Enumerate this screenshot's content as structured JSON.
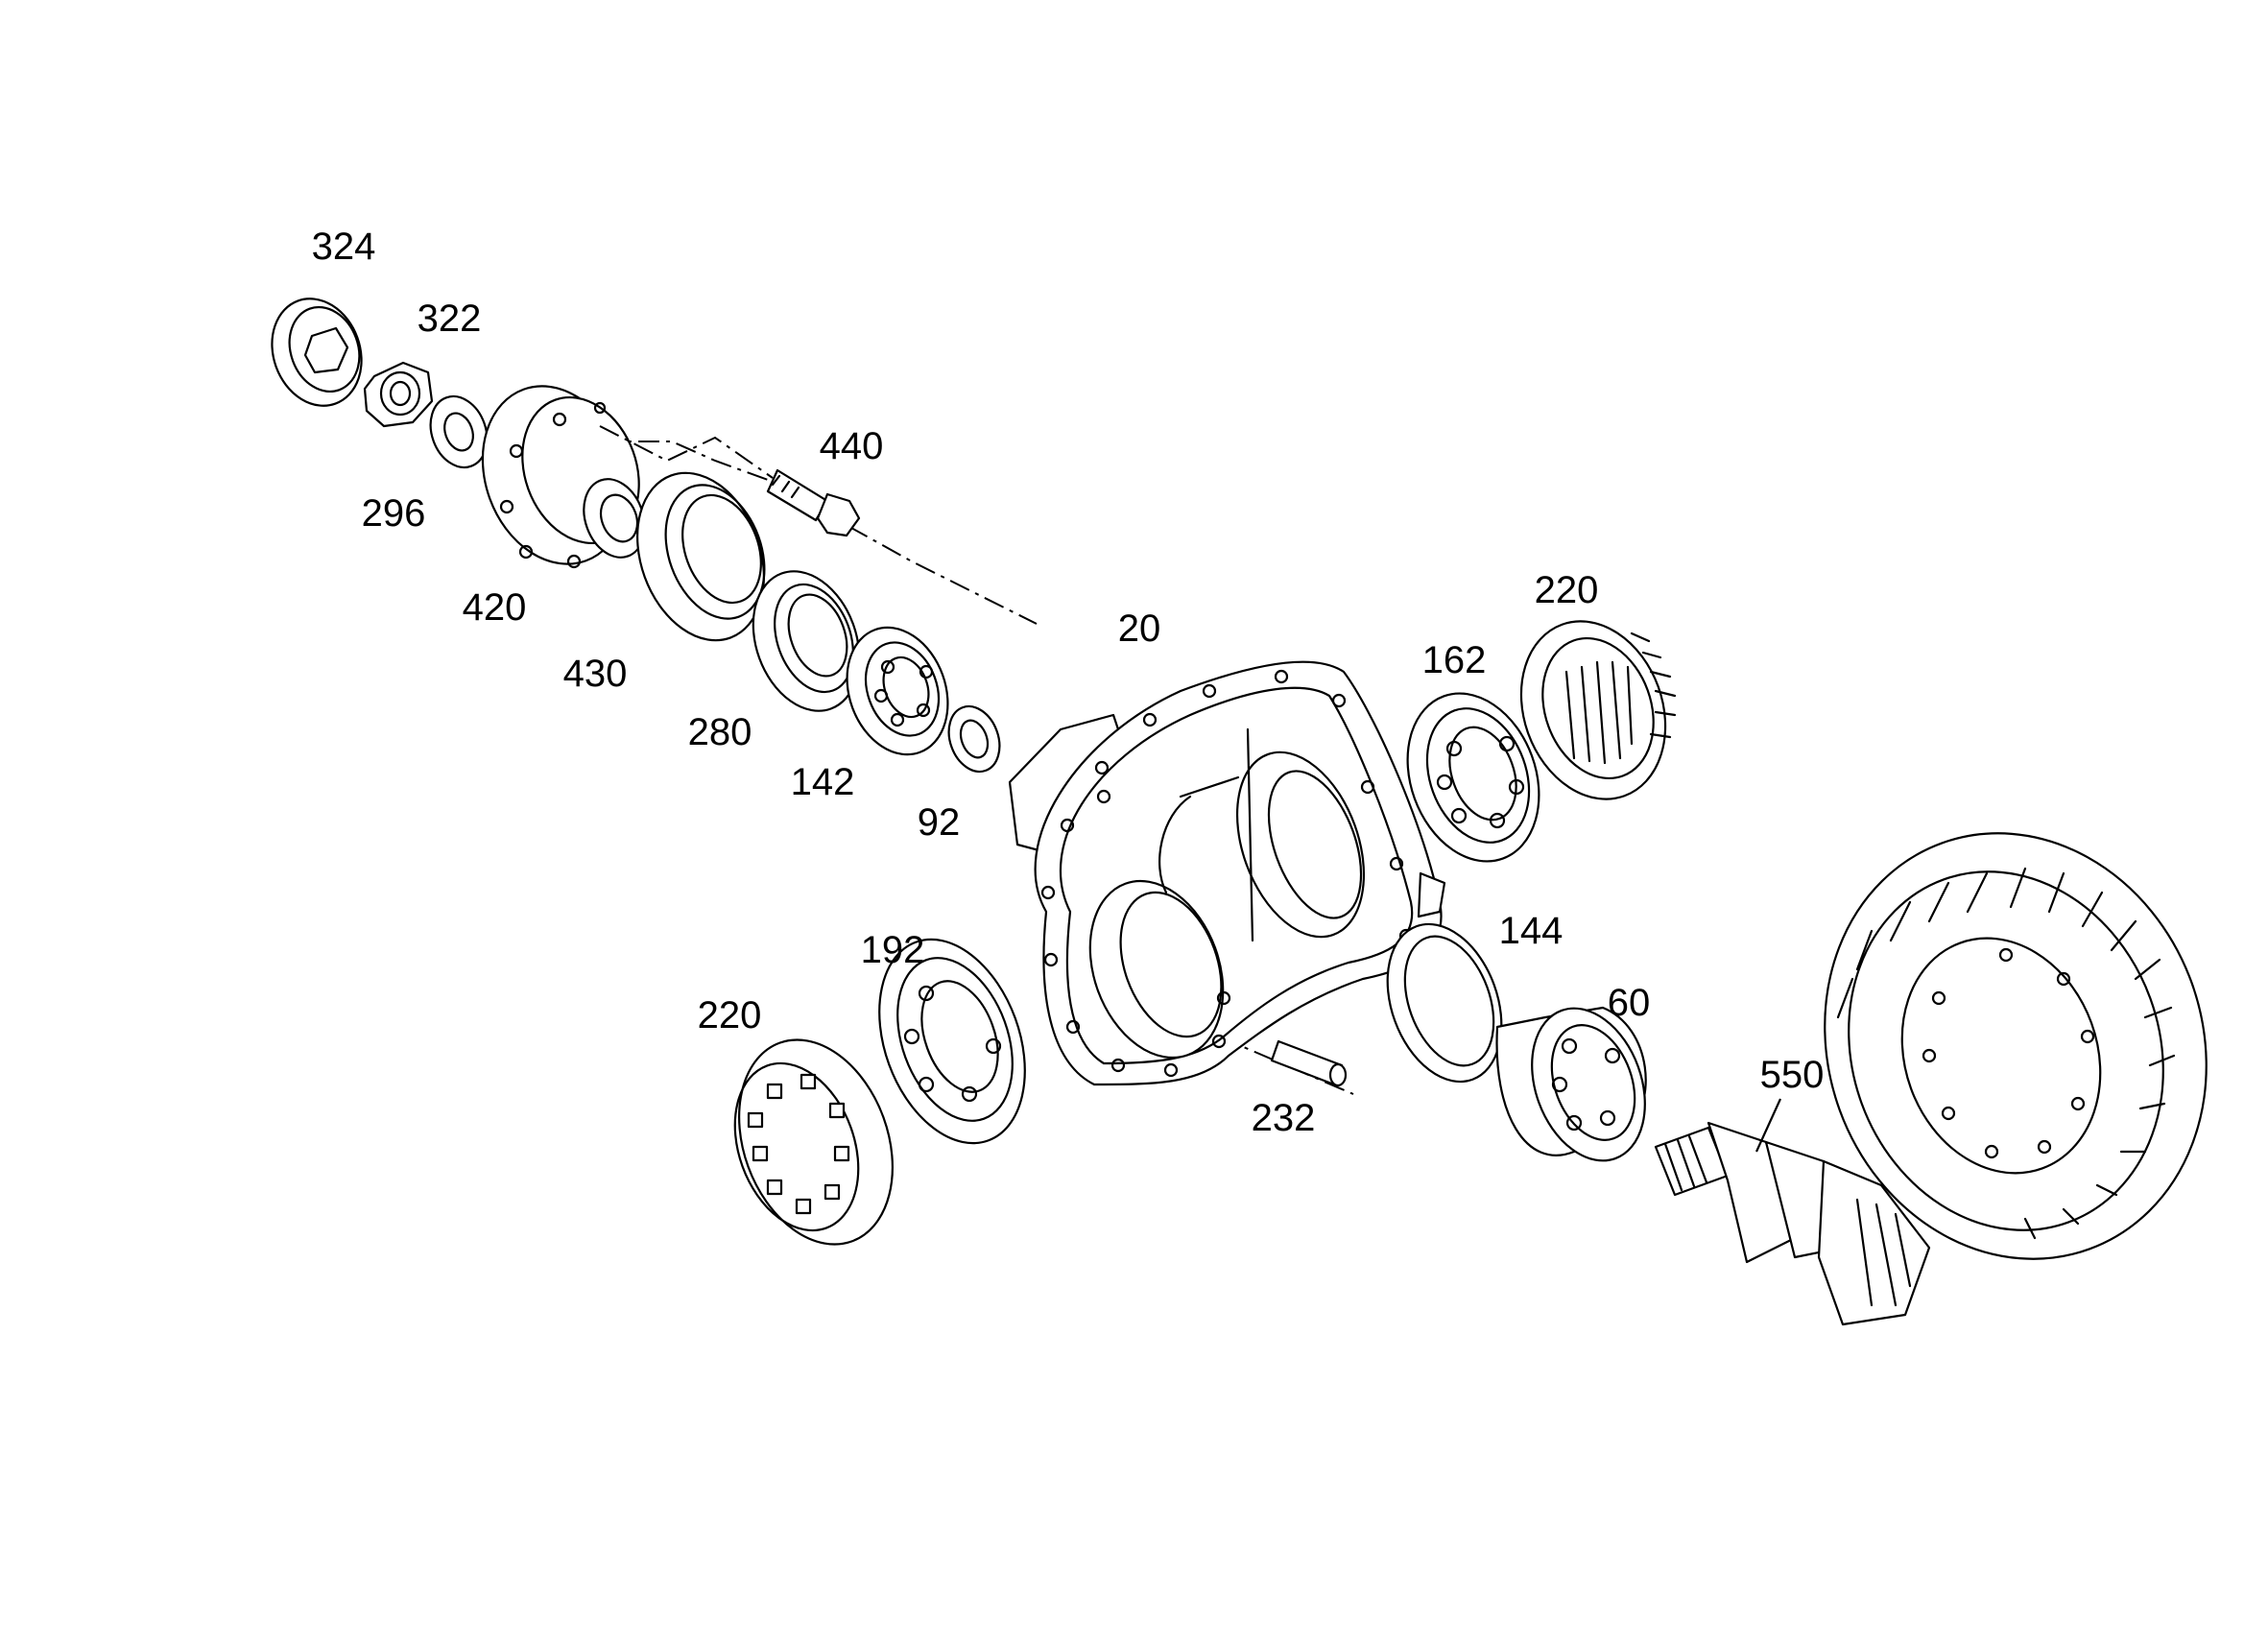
{
  "diagram": {
    "callouts": [
      {
        "id": "c324",
        "text": "324"
      },
      {
        "id": "c322",
        "text": "322"
      },
      {
        "id": "c440",
        "text": "440"
      },
      {
        "id": "c296",
        "text": "296"
      },
      {
        "id": "c420",
        "text": "420"
      },
      {
        "id": "c430",
        "text": "430"
      },
      {
        "id": "c280",
        "text": "280"
      },
      {
        "id": "c142",
        "text": "142"
      },
      {
        "id": "c92",
        "text": "92"
      },
      {
        "id": "c20",
        "text": "20"
      },
      {
        "id": "c162",
        "text": "162"
      },
      {
        "id": "c220a",
        "text": "220"
      },
      {
        "id": "c144",
        "text": "144"
      },
      {
        "id": "c60",
        "text": "60"
      },
      {
        "id": "c192",
        "text": "192"
      },
      {
        "id": "c220b",
        "text": "220"
      },
      {
        "id": "c232",
        "text": "232"
      },
      {
        "id": "c550",
        "text": "550"
      }
    ]
  }
}
